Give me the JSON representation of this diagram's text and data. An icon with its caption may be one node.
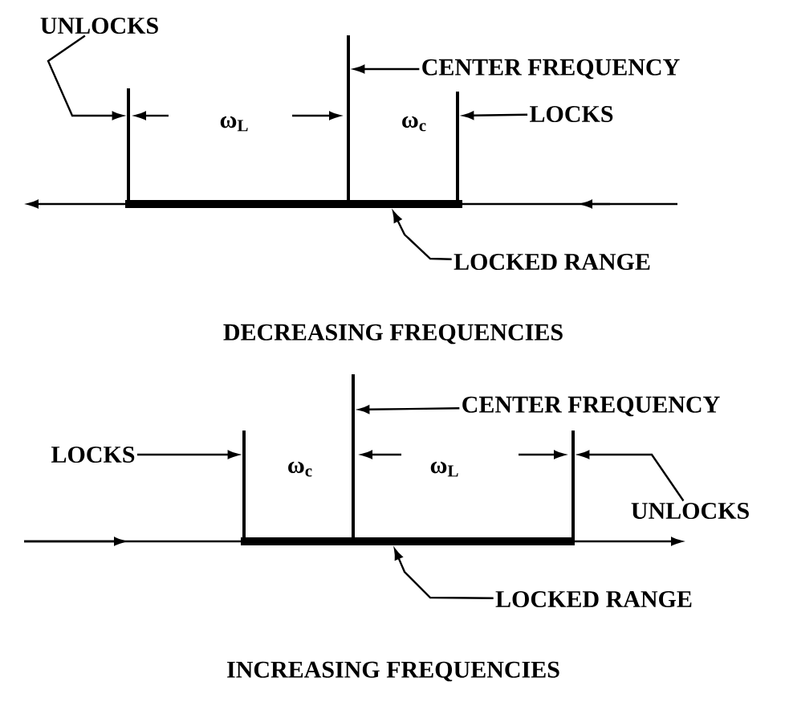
{
  "diagram": {
    "nodes": [
      {
        "text": [
          "UNLOCKS"
        ]
      },
      {
        "text": [
          "CENTER FREQUENCY"
        ]
      },
      {
        "text": [
          "LOCKS"
        ]
      },
      {
        "text": [
          "LOCKED RANGE"
        ]
      },
      {
        "text": [],
        "shape": "bar"
      },
      {
        "text": [],
        "shape": "bar"
      },
      {
        "text": [],
        "shape": "bar"
      },
      {
        "text": [],
        "shape": "bar"
      },
      {
        "text": [
          "CENTER FREQUENCY"
        ]
      },
      {
        "text": [
          "LOCKS"
        ]
      },
      {
        "text": [
          "UNLOCKS"
        ]
      },
      {
        "text": [
          "LOCKED RANGE"
        ]
      },
      {
        "text": [],
        "shape": "bar"
      },
      {
        "text": [],
        "shape": "bar"
      },
      {
        "text": [],
        "shape": "bar"
      },
      {
        "text": [],
        "shape": "bar"
      }
    ],
    "edges": [
      {
        "from": 0,
        "to": 4,
        "arrow": "to"
      },
      {
        "from": 1,
        "to": 5,
        "arrow": "to"
      },
      {
        "from": 2,
        "to": 6,
        "arrow": "to"
      },
      {
        "from": 3,
        "to": 7,
        "arrow": "to"
      },
      {
        "from": 8,
        "to": 13,
        "arrow": "to"
      },
      {
        "from": 9,
        "to": 12,
        "arrow": "to"
      },
      {
        "from": 10,
        "to": 14,
        "arrow": "to"
      },
      {
        "from": 11,
        "to": 15,
        "arrow": "to"
      }
    ],
    "labels": [
      "ω$_{L}$",
      "ω$_{c}$",
      "DECREASING FREQUENCIES",
      "ω$_{c}$",
      "ω$_{L}$",
      "INCREASING FREQUENCIES"
    ]
  }
}
